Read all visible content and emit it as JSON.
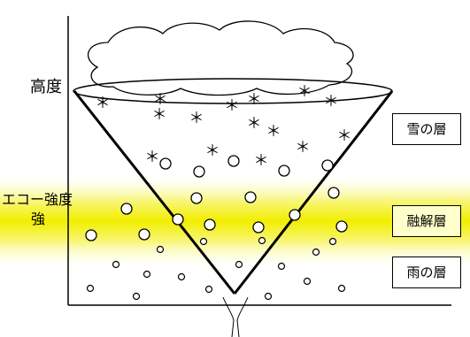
{
  "labels": {
    "y_axis": "高度",
    "echo_line1": "エコー強度",
    "echo_line2": "強"
  },
  "layers": {
    "snow": "雪の層",
    "melt": "融解層",
    "rain": "雨の層"
  },
  "colors": {
    "melt_band": "#f2ee00",
    "melt_box": "#ffffcc",
    "stroke": "#000000"
  },
  "markers": {
    "snow_glyph": "＊"
  }
}
